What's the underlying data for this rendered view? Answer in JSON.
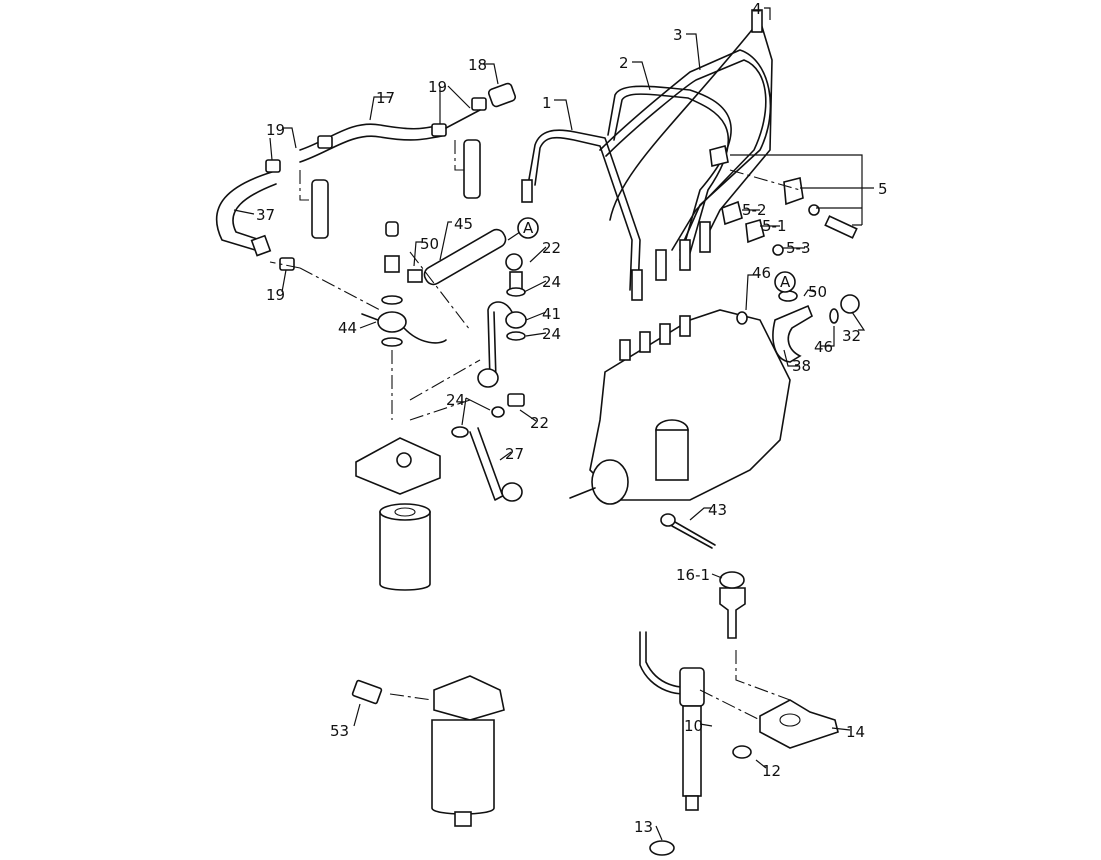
{
  "callouts": [
    "1",
    "2",
    "3",
    "4",
    "5",
    "5-2",
    "5-1",
    "5-3",
    "17",
    "18",
    "19",
    "19",
    "37",
    "45",
    "50",
    "A",
    "22",
    "24",
    "41",
    "24",
    "44",
    "19",
    "46",
    "A",
    "50",
    "32",
    "46",
    "38",
    "24",
    "22",
    "27",
    "43",
    "16-1",
    "10",
    "14",
    "12",
    "13",
    "53"
  ]
}
